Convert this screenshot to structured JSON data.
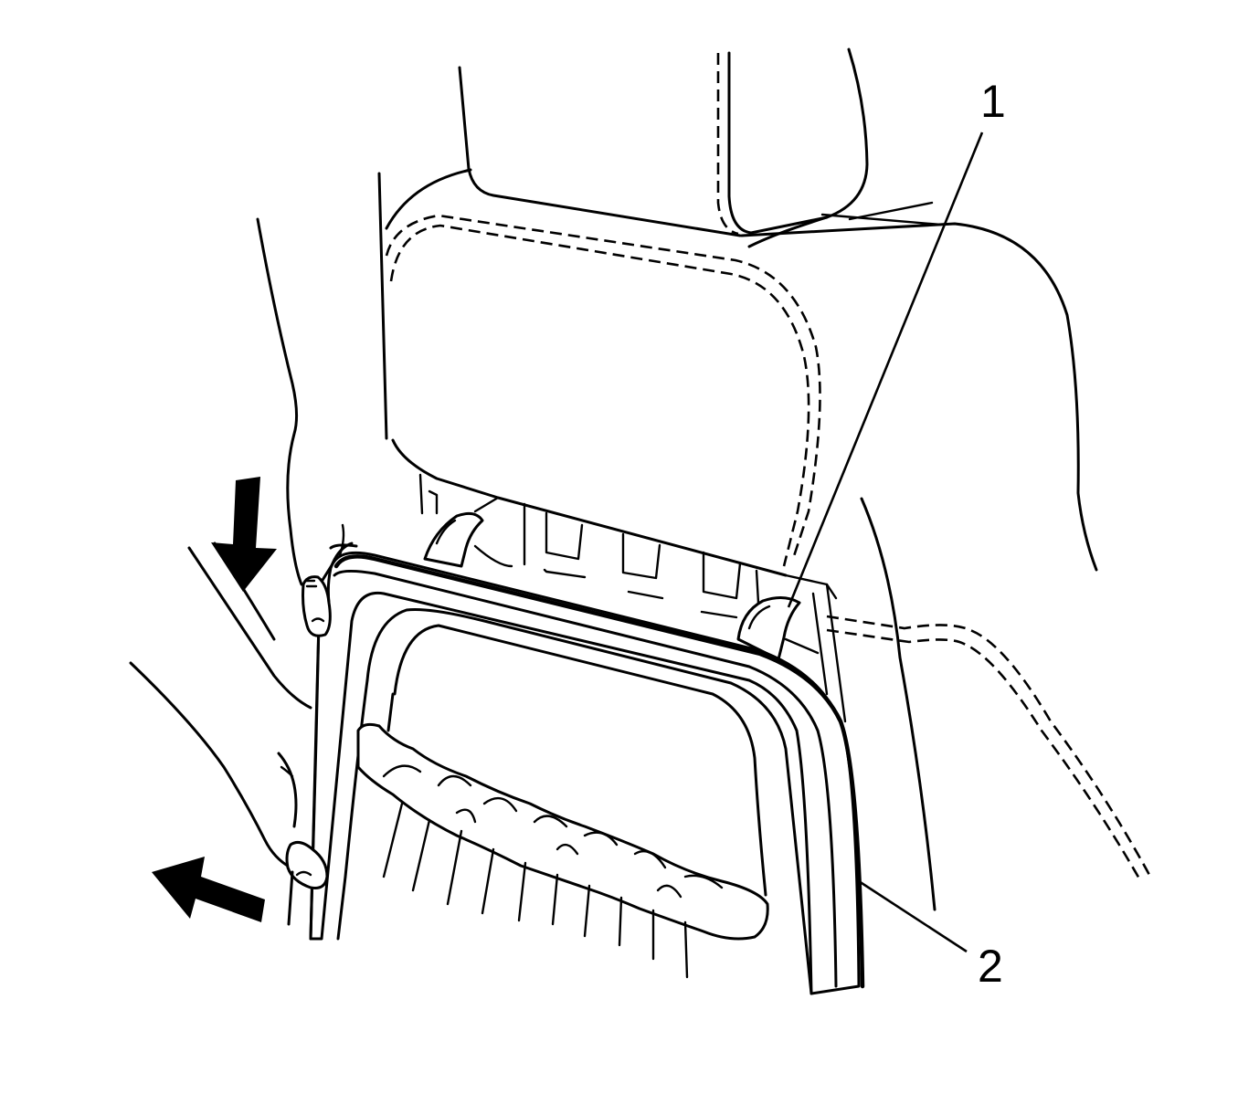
{
  "callouts": [
    {
      "id": "1",
      "label": "1"
    },
    {
      "id": "2",
      "label": "2"
    }
  ],
  "icons": {
    "down_arrow": "arrow-down-icon",
    "left_arrow": "arrow-left-icon"
  },
  "colors": {
    "line": "#000000",
    "background": "#ffffff"
  }
}
